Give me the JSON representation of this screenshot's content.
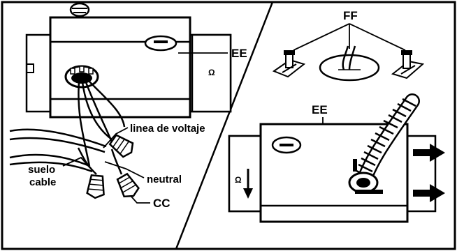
{
  "labels": {
    "left_ee": "EE",
    "line_voltage": "linea de voltaje",
    "ground_cable_line1": "suelo",
    "ground_cable_line2": "cable",
    "neutral": "neutral",
    "cc": "CC",
    "ff": "FF",
    "right_ee": "EE"
  },
  "icons": {
    "knockout_symbol": "Ω",
    "direction_arrows": "arrow-right",
    "down_arrow": "arrow-down"
  }
}
